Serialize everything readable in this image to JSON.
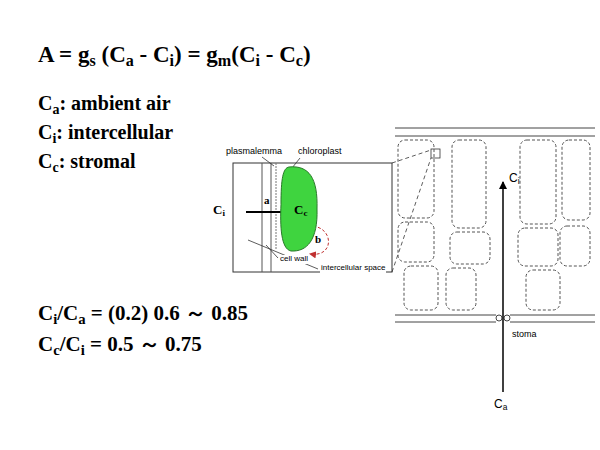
{
  "diagram": {
    "nodes": [
      {
        "text": [
          "Cc"
        ]
      }
    ],
    "labels": [
      "A =  gs (Ca - Ci) = gm(Ci - Cc)",
      "Ca: ambient air",
      "Ci: intercellular",
      "Cc: stromal",
      "chloroplast",
      "plasmalemma",
      "Ci",
      "a",
      "b",
      "cell wall",
      "intercellular space",
      "Ci",
      "stoma",
      "Ca",
      "Ci/Ca = (0.2) 0.6 ～ 0.85",
      "Cc/Ci = 0.5 ～ 0.75"
    ]
  }
}
